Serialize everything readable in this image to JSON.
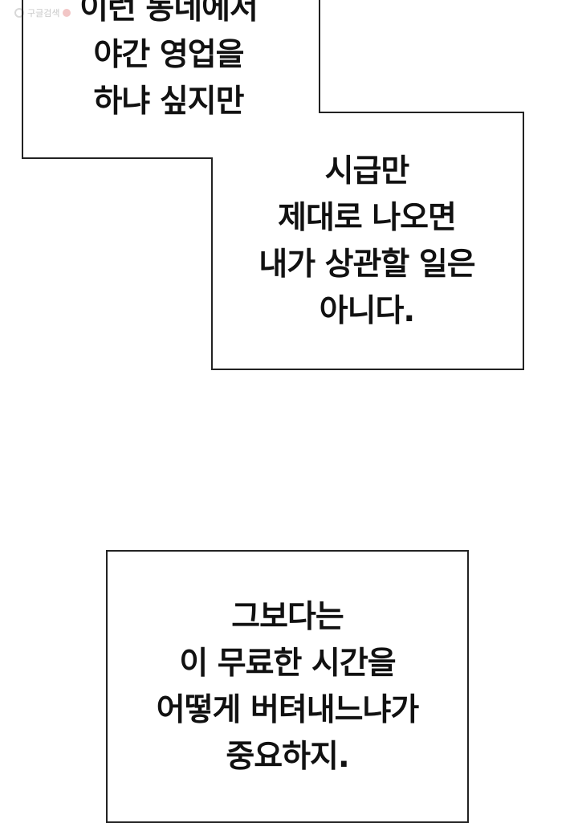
{
  "watermark": {
    "text": "구글검색"
  },
  "captions": [
    {
      "lines": [
        "이런 동네에서",
        "야간 영업을",
        "하냐 싶지만"
      ]
    },
    {
      "lines": [
        "시급만",
        "제대로 나오면",
        "내가 상관할 일은",
        "아니다."
      ]
    },
    {
      "lines": [
        "그보다는",
        "이 무료한 시간을",
        "어떻게 버텨내느냐가",
        "중요하지."
      ]
    }
  ]
}
